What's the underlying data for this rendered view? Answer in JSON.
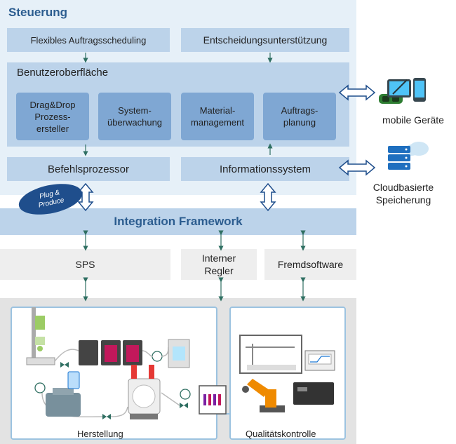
{
  "steuerung": {
    "title": "Steuerung",
    "flexibles_scheduling": "Flexibles Auftragsscheduling",
    "entscheidung": "Entscheidungsunterstützung",
    "benutzeroberflaeche": "Benutzeroberfläche",
    "modules": [
      "Drag&Drop\nProzess-\nersteller",
      "System-\nüberwachung",
      "Material-\nmanagement",
      "Auftrags-\nplanung"
    ],
    "befehlsprozessor": "Befehlsprozessor",
    "informationssystem": "Informationssystem"
  },
  "plug_produce": "Plug &\nProduce",
  "integration_framework": "Integration Framework",
  "lower": {
    "sps": "SPS",
    "interner_regler": "Interner\nRegler",
    "fremdsoftware": "Fremdsoftware"
  },
  "external": {
    "mobile": "mobile Geräte",
    "cloud": "Cloudbasierte\nSpeicherung"
  },
  "plant": {
    "herstellung": "Herstellung",
    "qualitaetskontrolle": "Qualitätskontrolle"
  },
  "colors": {
    "accent": "#2b5c8f",
    "light_panel": "#e6f0f8",
    "mid_panel": "#bcd3ea",
    "module": "#7fa7d3",
    "plug_badge": "#1f4e8c",
    "arrow": "#2f6f62"
  },
  "icons": [
    "vr-glasses-icon",
    "tablet-icon",
    "smartphone-icon",
    "database-cloud-icon",
    "valve-icon",
    "pump-icon",
    "robot-arm-icon",
    "lab-instrument-icon"
  ]
}
